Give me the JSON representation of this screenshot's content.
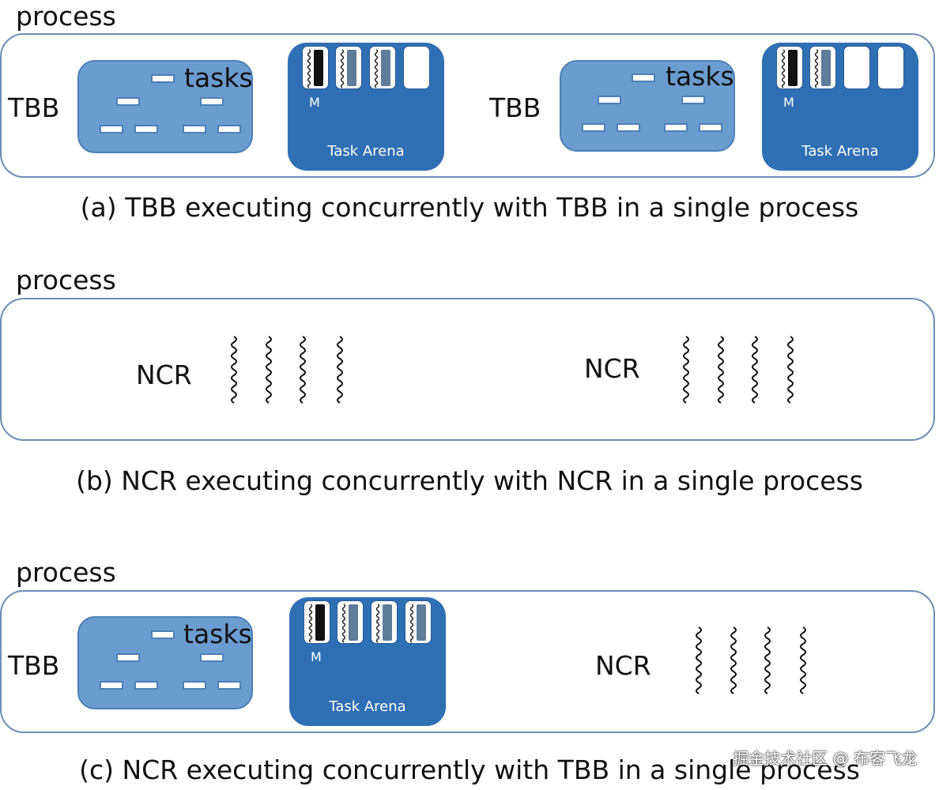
{
  "process_label": "process",
  "tasks_label": "tasks",
  "arena_label": "Task Arena",
  "master_label": "M",
  "tbb_label": "TBB",
  "ncr_label": "NCR",
  "captions": {
    "a": "(a) TBB executing concurrently with TBB in a single process",
    "b": "(b) NCR executing concurrently with NCR in a single process",
    "c": "(c) NCR executing concurrently with TBB in a single process"
  },
  "watermark": "掘金技术社区 @ 布客飞龙",
  "colors": {
    "process_border": "#6e8eb2",
    "task_pool_fill": "#6a9cd0",
    "task_arena_fill": "#2f6fb4",
    "master_thread": "#111111",
    "worker_thread": "#5f7c99"
  }
}
